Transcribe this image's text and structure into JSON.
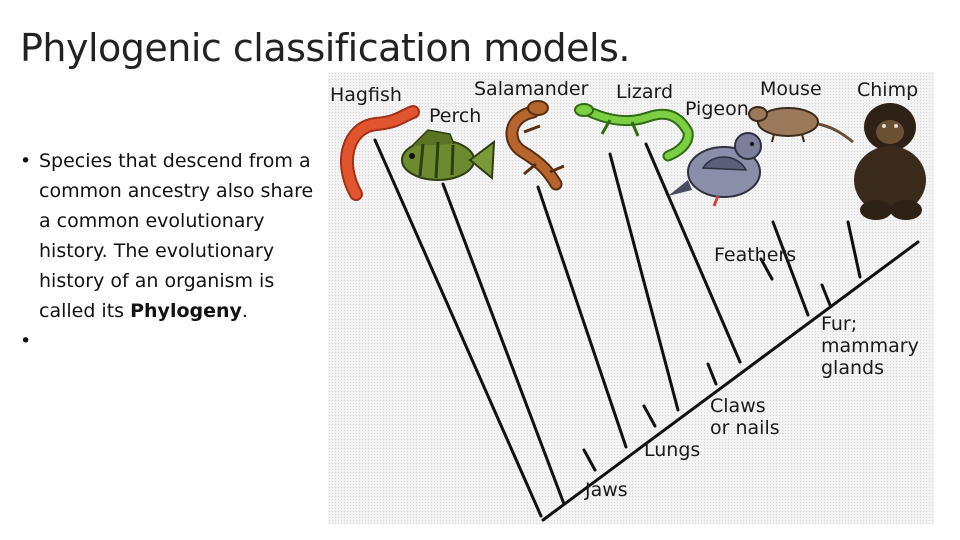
{
  "slide": {
    "title": "Phylogenic classification models."
  },
  "bullets": [
    {
      "text_before": "Species that descend from a common ancestry  also share a common evolutionary history. The evolutionary history of an organism is called its ",
      "bold": "Phylogeny",
      "text_after": "."
    },
    {
      "text_before": "",
      "bold": "",
      "text_after": ""
    }
  ],
  "diagram": {
    "taxa": {
      "hagfish": "Hagfish",
      "perch": "Perch",
      "salamander": "Salamander",
      "lizard": "Lizard",
      "pigeon": "Pigeon",
      "mouse": "Mouse",
      "chimp": "Chimp"
    },
    "traits": {
      "jaws": "Jaws",
      "lungs": "Lungs",
      "claws_line1": "Claws",
      "claws_line2": "or nails",
      "feathers": "Feathers",
      "fur_line1": "Fur;",
      "fur_line2": "mammary",
      "fur_line3": "glands"
    },
    "colors": {
      "lines": "#111111",
      "hagfish": "#d94b2b",
      "perch": "#5f7a2e",
      "salamander": "#a0522d",
      "lizard": "#6fbf3a",
      "pigeon": "#7d7f9a",
      "mouse": "#8b6a4f",
      "chimp": "#3a2a1c"
    }
  }
}
